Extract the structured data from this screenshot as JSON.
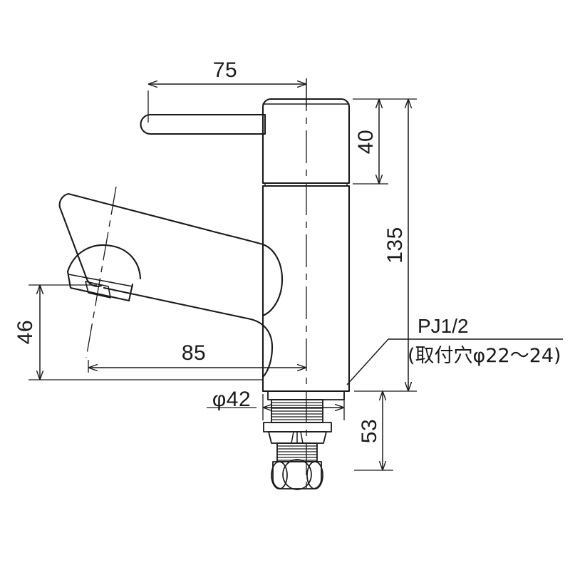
{
  "drawing": {
    "type": "technical-dimension-drawing",
    "subject": "single-lever basin faucet",
    "units": "mm",
    "line_color": "#1a1a1a",
    "background_color": "#ffffff"
  },
  "dimensions": {
    "lever_reach": "75",
    "cartridge_cap_height": "40",
    "overall_height": "135",
    "spout_outlet_height": "46",
    "spout_projection": "85",
    "shank_length_below_deck": "53",
    "body_diameter": "φ42"
  },
  "notes": {
    "thread_spec": "PJ1/2",
    "mounting_hole": "(取付穴φ22〜24)"
  },
  "parts": {
    "lever_handle": "lever-handle",
    "cartridge_cap": "cartridge-cap",
    "body": "faucet-body",
    "spout": "spout",
    "aerator": "aerator-nozzle",
    "deck_flange": "deck-flange",
    "threaded_shank": "threaded-shank",
    "lock_nut": "lock-nut",
    "hex_nut": "hex-nut",
    "centerline": "centerline"
  }
}
